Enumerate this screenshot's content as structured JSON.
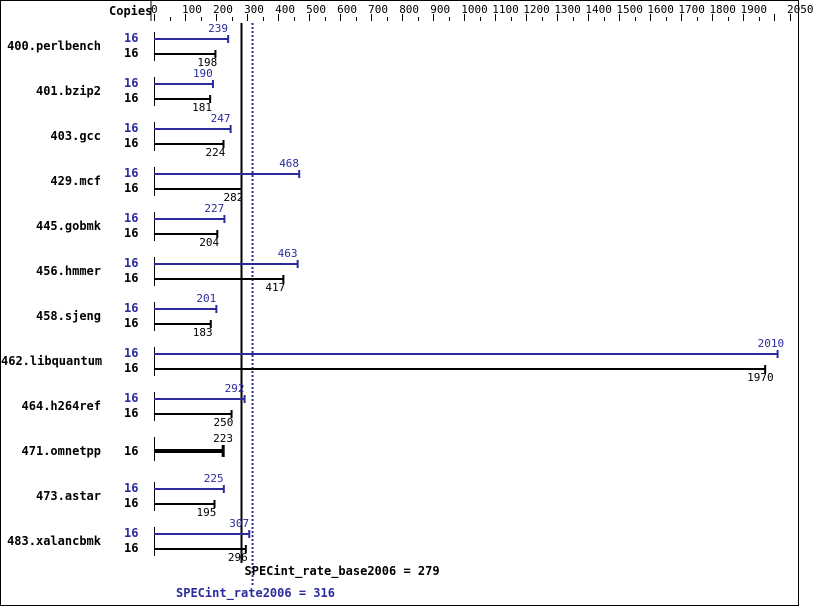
{
  "chart_data": {
    "type": "bar",
    "title": "",
    "xlabel": "Copies",
    "axis": {
      "min": 0,
      "max": 2050,
      "ticks": [
        0,
        100,
        200,
        300,
        400,
        500,
        600,
        700,
        800,
        900,
        1000,
        1100,
        1200,
        1300,
        1400,
        1500,
        1600,
        1700,
        1800,
        1900,
        2050
      ]
    },
    "series": [
      {
        "name": "SPECint_rate2006 (peak)",
        "color": "#2b2b9e"
      },
      {
        "name": "SPECint_rate_base2006 (base)",
        "color": "#000000"
      }
    ],
    "categories": [
      "400.perlbench",
      "401.bzip2",
      "403.gcc",
      "429.mcf",
      "445.gobmk",
      "456.hmmer",
      "458.sjeng",
      "462.libquantum",
      "464.h264ref",
      "471.omnetpp",
      "473.astar",
      "483.xalancbmk"
    ],
    "rows": [
      {
        "name": "400.perlbench",
        "peak_copies": "16",
        "peak": 239,
        "base_copies": "16",
        "base": 198
      },
      {
        "name": "401.bzip2",
        "peak_copies": "16",
        "peak": 190,
        "base_copies": "16",
        "base": 181
      },
      {
        "name": "403.gcc",
        "peak_copies": "16",
        "peak": 247,
        "base_copies": "16",
        "base": 224
      },
      {
        "name": "429.mcf",
        "peak_copies": "16",
        "peak": 468,
        "base_copies": "16",
        "base": 282
      },
      {
        "name": "445.gobmk",
        "peak_copies": "16",
        "peak": 227,
        "base_copies": "16",
        "base": 204
      },
      {
        "name": "456.hmmer",
        "peak_copies": "16",
        "peak": 463,
        "base_copies": "16",
        "base": 417
      },
      {
        "name": "458.sjeng",
        "peak_copies": "16",
        "peak": 201,
        "base_copies": "16",
        "base": 183
      },
      {
        "name": "462.libquantum",
        "peak_copies": "16",
        "peak": 2010,
        "base_copies": "16",
        "base": 1970
      },
      {
        "name": "464.h264ref",
        "peak_copies": "16",
        "peak": 292,
        "base_copies": "16",
        "base": 250
      },
      {
        "name": "471.omnetpp",
        "peak_copies": null,
        "peak": null,
        "base_copies": "16",
        "base": 223
      },
      {
        "name": "473.astar",
        "peak_copies": "16",
        "peak": 225,
        "base_copies": "16",
        "base": 195
      },
      {
        "name": "483.xalancbmk",
        "peak_copies": "16",
        "peak": 307,
        "base_copies": "16",
        "base": 296
      }
    ],
    "summary": {
      "base_label": "SPECint_rate_base2006 = 279",
      "base_value": 279,
      "peak_label": "SPECint_rate2006 = 316",
      "peak_value": 316
    }
  },
  "header": {
    "copies_label": "Copies"
  },
  "colors": {
    "peak": "#2b2b9e",
    "base": "#000000"
  }
}
